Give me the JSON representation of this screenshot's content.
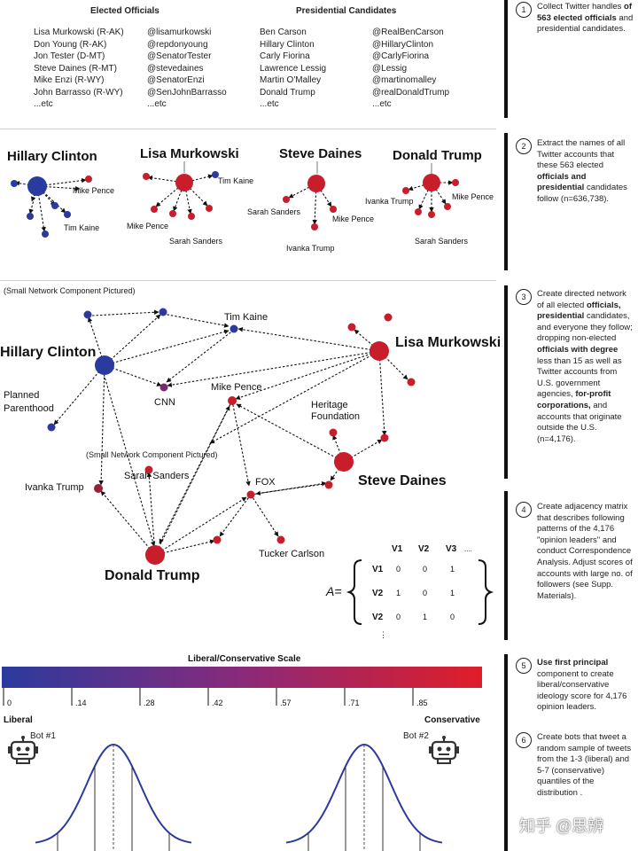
{
  "section1": {
    "elected_header": "Elected Officials",
    "candidates_header": "Presidential Candidates",
    "elected": [
      {
        "name": "Lisa Murkowski (R-AK)",
        "handle": "@lisamurkowski"
      },
      {
        "name": "Don Young (R-AK)",
        "handle": "@repdonyoung"
      },
      {
        "name": "Jon Tester (D-MT)",
        "handle": "@SenatorTester"
      },
      {
        "name": "Steve Daines (R-MT)",
        "handle": "@stevedaines"
      },
      {
        "name": "Mike Enzi (R-WY)",
        "handle": "@SenatorEnzi"
      },
      {
        "name": "John Barrasso (R-WY)",
        "handle": "@SenJohnBarrasso"
      },
      {
        "name": "...etc",
        "handle": "...etc"
      }
    ],
    "candidates": [
      {
        "name": "Ben Carson",
        "handle": "@RealBenCarson"
      },
      {
        "name": "Hillary Clinton",
        "handle": "@HillaryClinton"
      },
      {
        "name": "Carly Fiorina",
        "handle": "@CarlyFiorina"
      },
      {
        "name": "Lawrence Lessig",
        "handle": "@Lessig"
      },
      {
        "name": "Martin O'Malley",
        "handle": "@martinomalley"
      },
      {
        "name": "Donald Trump",
        "handle": "@realDonaldTrump"
      },
      {
        "name": "...etc",
        "handle": "...etc"
      }
    ]
  },
  "section2": {
    "hillary": {
      "title": "Hillary Clinton",
      "a": "Mike Pence",
      "b": "Tim Kaine"
    },
    "lisa": {
      "title": "Lisa Murkowski",
      "a": "Tim Kaine",
      "b": "Mike Pence",
      "c": "Sarah Sanders"
    },
    "steve": {
      "title": "Steve Daines",
      "a": "Sarah Sanders",
      "b": "Mike Pence",
      "c": "Ivanka Trump"
    },
    "donald": {
      "title": "Donald Trump",
      "a": "Ivanka Trump",
      "b": "Mike Pence",
      "c": "Sarah Sanders"
    }
  },
  "section3": {
    "caption": "(Small Network Component Pictured)",
    "labels": {
      "hillary": "Hillary Clinton",
      "lisa": "Lisa Murkowski",
      "steve": "Steve Daines",
      "donald": "Donald Trump",
      "tim": "Tim Kaine",
      "cnn": "CNN",
      "mike": "Mike Pence",
      "heritage1": "Heritage",
      "heritage2": "Foundation",
      "planned1": "Planned",
      "planned2": "Parenthood",
      "sarah": "Sarah Sanders",
      "ivanka": "Ivanka Trump",
      "fox": "FOX",
      "tucker": "Tucker Carlson"
    }
  },
  "matrix": {
    "lhs": "A=",
    "cols": [
      "V1",
      "V2",
      "V3"
    ],
    "more": "....",
    "rows": [
      {
        "label": "V1",
        "values": [
          "0",
          "0",
          "1"
        ]
      },
      {
        "label": "V2",
        "values": [
          "1",
          "0",
          "1"
        ]
      },
      {
        "label": "V2",
        "values": [
          "0",
          "1",
          "0"
        ]
      }
    ],
    "dots": "⋮"
  },
  "scale": {
    "title": "Liberal/Conservative Scale",
    "ticks": [
      "0",
      ".14",
      ".28",
      ".42",
      ".57",
      ".71",
      ".85"
    ],
    "liberal": "Liberal",
    "conservative": "Conservative",
    "bot1": "Bot #1",
    "bot2": "Bot #2",
    "colors": {
      "liberal": "#2b3a9e",
      "conservative": "#e01d28"
    }
  },
  "steps": [
    {
      "num": "1",
      "parts": [
        [
          "Collect Twitter handles ",
          false
        ],
        [
          "of 563 elected officials",
          true
        ],
        [
          " and presidential candidates.",
          false
        ]
      ]
    },
    {
      "num": "2",
      "parts": [
        [
          "Extract the names of all Twitter accounts that these 563 elected ",
          false
        ],
        [
          "officials and presidential",
          true
        ],
        [
          " candidates follow (n=636,738).",
          false
        ]
      ]
    },
    {
      "num": "3",
      "parts": [
        [
          "Create directed network of all elected ",
          false
        ],
        [
          "officials, presidential",
          true
        ],
        [
          " candidates, and everyone they follow; dropping non-elected ",
          false
        ],
        [
          "officials with degree",
          true
        ],
        [
          " less than 15 as well as Twitter accounts from U.S. government agencies, ",
          false
        ],
        [
          "for-profit corporations,",
          true
        ],
        [
          " and accounts that originate outside the U.S. (n=4,176).",
          false
        ]
      ]
    },
    {
      "num": "4",
      "parts": [
        [
          "Create adjacency matrix that describes following patterns of the 4,176 \"opinion leaders\" and conduct Correspondence Analysis. Adjust scores of accounts with large no. of followers (see Supp. Materials).",
          false
        ]
      ]
    },
    {
      "num": "5",
      "parts": [
        [
          "Use first principal",
          true
        ],
        [
          " component to create liberal/conservative ideology score for 4,176 opinion leaders.",
          false
        ]
      ]
    },
    {
      "num": "6",
      "parts": [
        [
          "Create bots that tweet a random sample of tweets from the 1-3 (liberal) and 5-7 (conservative) quantiles of the distribution .",
          false
        ]
      ]
    }
  ],
  "watermark": "知乎 @思辨"
}
